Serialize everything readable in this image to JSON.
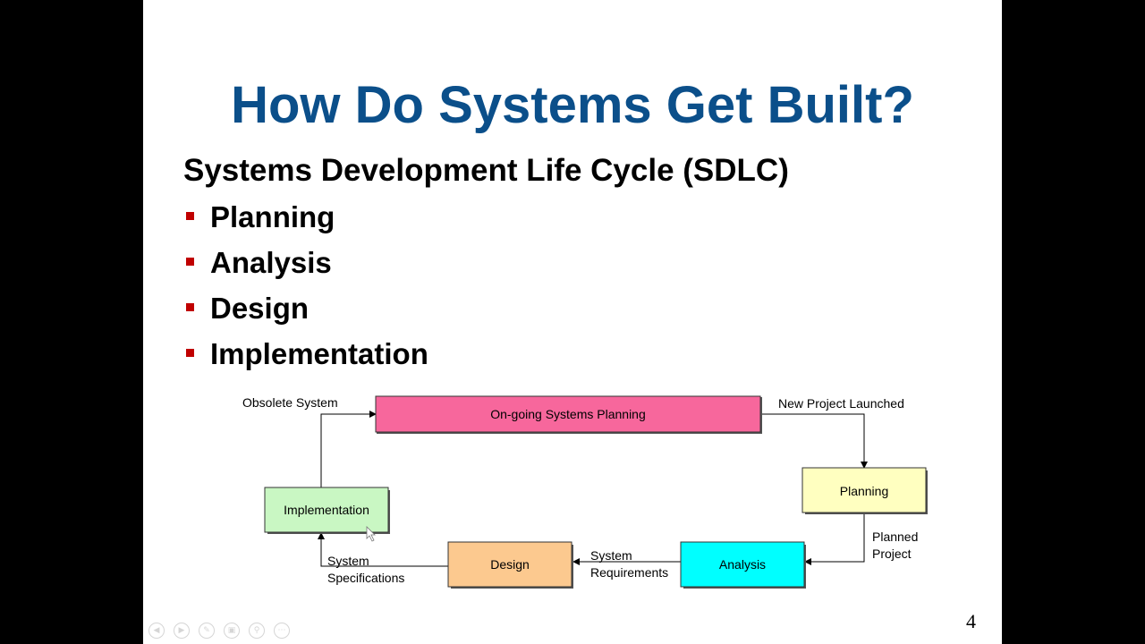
{
  "slide": {
    "title": "How Do Systems Get Built?",
    "subtitle": "Systems Development Life Cycle (SDLC)",
    "bullets": [
      "Planning",
      "Analysis",
      "Design",
      "Implementation"
    ],
    "page_number": "4",
    "accent_color": "#0b4f8a",
    "bullet_color": "#c00000"
  },
  "diagram": {
    "boxes": {
      "ongoing": {
        "label": "On-going Systems Planning",
        "color": "#f7679c"
      },
      "planning": {
        "label": "Planning",
        "color": "#ffffc0"
      },
      "analysis": {
        "label": "Analysis",
        "color": "#00ffff"
      },
      "design": {
        "label": "Design",
        "color": "#fcc98f"
      },
      "implementation": {
        "label": "Implementation",
        "color": "#c9f7c3"
      }
    },
    "labels": {
      "obsolete": "Obsolete System",
      "new_project": "New Project Launched",
      "planned_1": "Planned",
      "planned_2": "Project",
      "sysreq_1": "System",
      "sysreq_2": "Requirements",
      "sysspec_1": "System",
      "sysspec_2": "Specifications"
    }
  },
  "nav_icons": [
    "prev-icon",
    "next-icon",
    "pen-icon",
    "slides-icon",
    "zoom-icon",
    "more-icon"
  ]
}
